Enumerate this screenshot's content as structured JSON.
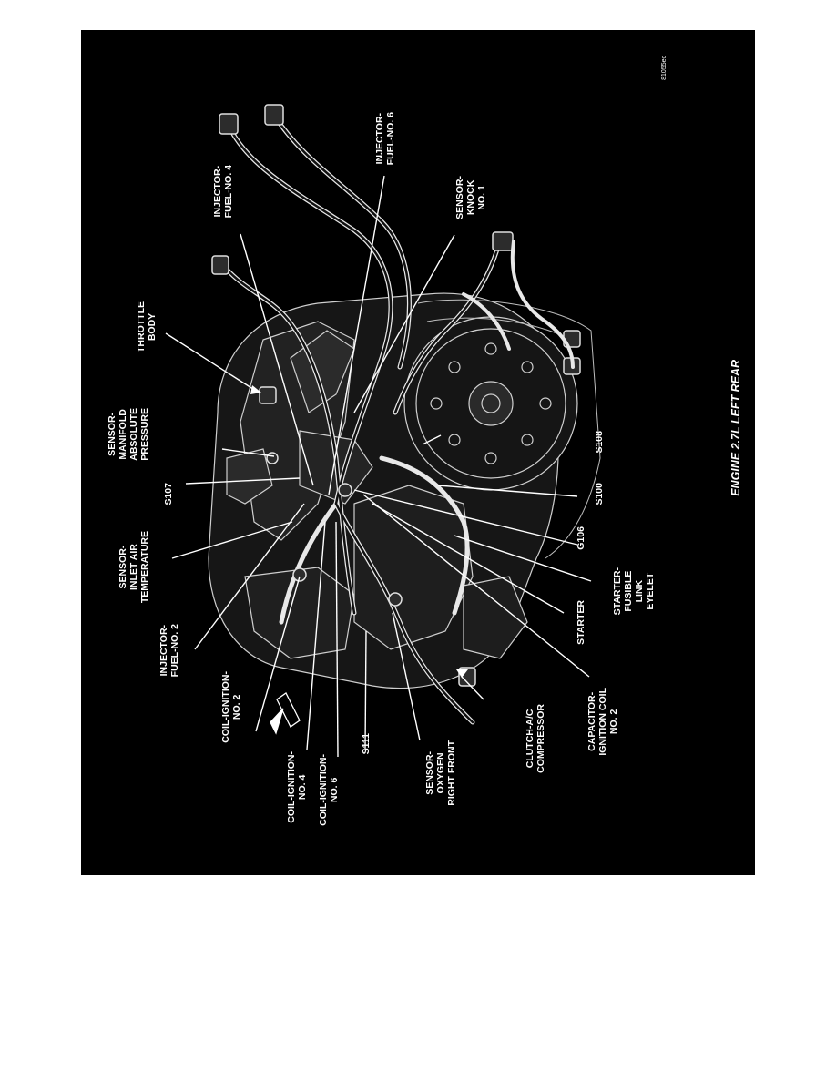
{
  "diagram": {
    "title": "ENGINE 2.7L LEFT REAR",
    "figure_code": "81055ec",
    "labels": {
      "injector_fuel_4": [
        "INJECTOR-",
        "FUEL-NO. 4"
      ],
      "injector_fuel_6": [
        "INJECTOR-",
        "FUEL-NO. 6"
      ],
      "sensor_knock_1": [
        "SENSOR-",
        "KNOCK",
        "NO. 1"
      ],
      "throttle_body": [
        "THROTTLE",
        "BODY"
      ],
      "sensor_map": [
        "SENSOR-",
        "MANIFOLD",
        "ABSOLUTE",
        "PRESSURE"
      ],
      "s108": [
        "S108"
      ],
      "s100": [
        "S100"
      ],
      "s107": [
        "S107"
      ],
      "sensor_iat": [
        "SENSOR-",
        "INLET AIR",
        "TEMPERATURE"
      ],
      "g106": [
        "G106"
      ],
      "injector_fuel_2": [
        "INJECTOR-",
        "FUEL-NO. 2"
      ],
      "starter_fusible_link": [
        "STARTER-",
        "FUSIBLE",
        "LINK",
        "EYELET"
      ],
      "starter": [
        "STARTER"
      ],
      "coil_ignition_2": [
        "COIL-IGNITION-",
        "NO. 2"
      ],
      "capacitor_ignition_coil_2": [
        "CAPACITOR-",
        "IGNITION COIL",
        "NO. 2"
      ],
      "clutch_ac_compressor": [
        "CLUTCH-A/C",
        "COMPRESSOR"
      ],
      "sensor_oxygen_right_front": [
        "SENSOR-",
        "OXYGEN",
        "RIGHT FRONT"
      ],
      "s111": [
        "S111"
      ],
      "coil_ignition_4": [
        "COIL-IGNITION-",
        "NO. 4"
      ],
      "coil_ignition_6": [
        "COIL-IGNITION-",
        "NO. 6"
      ]
    }
  }
}
